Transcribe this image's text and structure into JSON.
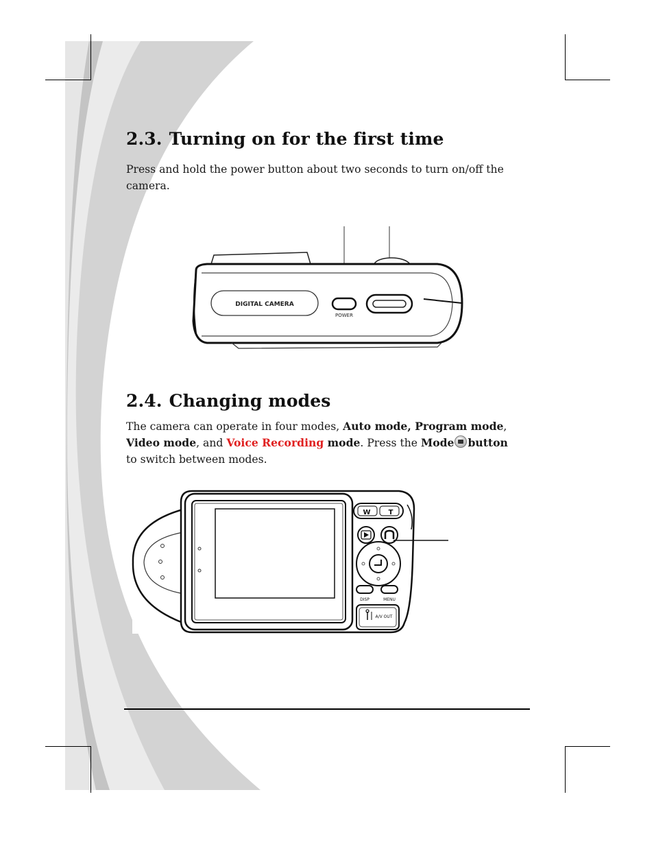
{
  "sections": [
    {
      "number": "2.3.",
      "title": "Turning on for the first time",
      "body": "Press and hold the power button about two seconds to turn on/off the camera."
    },
    {
      "number": "2.4.",
      "title": "Changing modes",
      "body_parts": {
        "p1": "The camera can operate in four modes, ",
        "auto": "Auto mode",
        "c1": ", ",
        "program": "Program mode",
        "c2": ", ",
        "video": "Video mode",
        "c3": ", and ",
        "voice": "Voice Recording",
        "mode_word": " mode",
        "p2": ". Press the ",
        "mode_btn": "Mode",
        "button_word": "button",
        "p3": " to switch between modes."
      }
    }
  ],
  "figure_top": {
    "body_label": "DIGITAL  CAMERA",
    "power_label": "POWER"
  },
  "figure_bottom": {
    "zoom_w": "W",
    "zoom_t": "T",
    "disp_label": "DISP",
    "menu_label": "MENU",
    "av_out_label": "A/V OUT"
  },
  "colors": {
    "highlight_red": "#e02020",
    "swoosh_gray": "#d3d3d3"
  }
}
